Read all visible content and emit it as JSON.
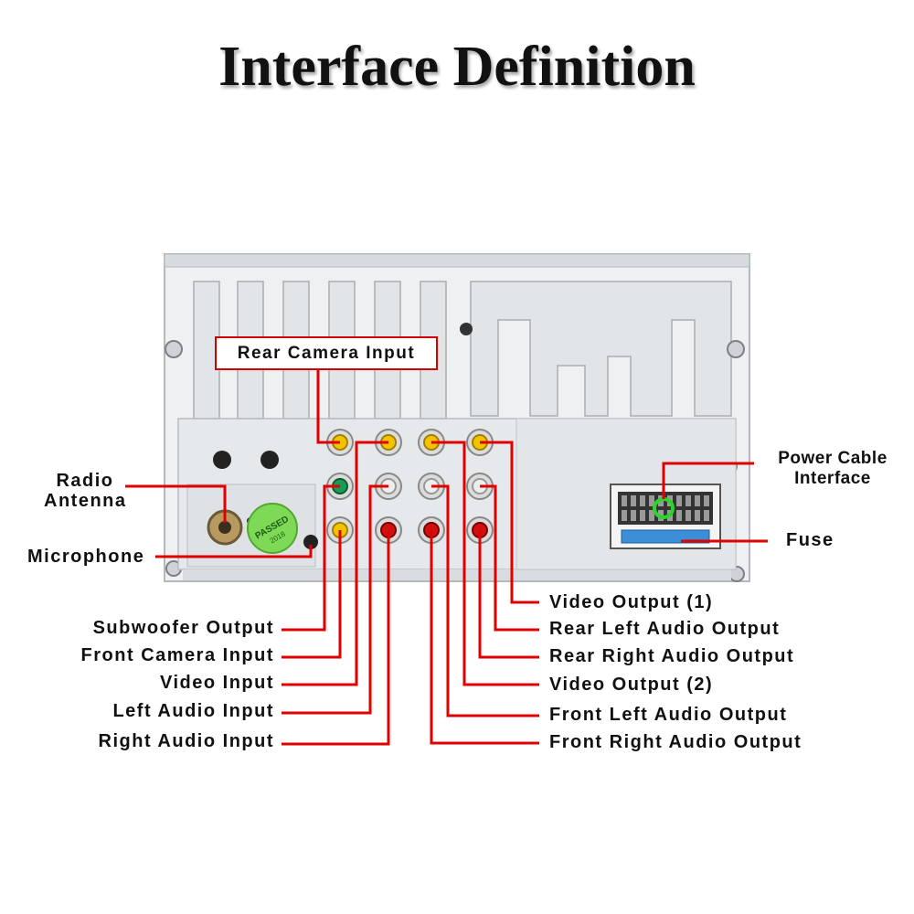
{
  "title": "Interface Definition",
  "device": {
    "badge_text": "PASSED",
    "badge_year": "2018"
  },
  "labels": {
    "rear_camera_input": "Rear Camera Input",
    "radio_antenna": "Radio\nAntenna",
    "microphone": "Microphone",
    "power_cable_interface": "Power Cable\nInterface",
    "fuse": "Fuse",
    "subwoofer_output": "Subwoofer Output",
    "front_camera_input": "Front Camera Input",
    "video_input": "Video Input",
    "left_audio_input": "Left Audio Input",
    "right_audio_input": "Right Audio Input",
    "video_output_1": "Video Output (1)",
    "rear_left_audio_output": "Rear Left Audio Output",
    "rear_right_audio_output": "Rear Right Audio Output",
    "video_output_2": "Video Output (2)",
    "front_left_audio_output": "Front Left Audio Output",
    "front_right_audio_output": "Front Right Audio Output"
  },
  "colors": {
    "callout": "#e00000",
    "rca_yellow": "#f2c400",
    "rca_green": "#1a9a55",
    "rca_white": "#eeeeee",
    "rca_red": "#d01010",
    "fuse_blue": "#3a8fd8",
    "badge_green": "#7ed957"
  }
}
